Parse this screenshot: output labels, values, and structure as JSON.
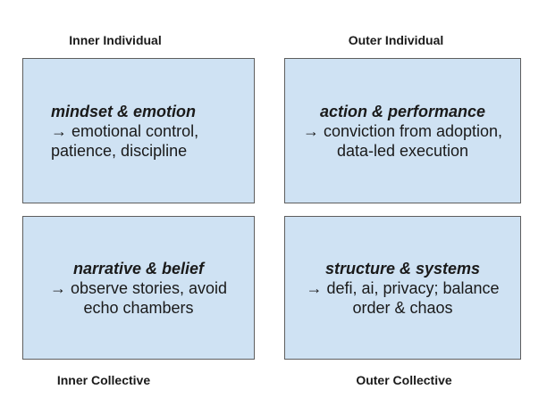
{
  "theme": {
    "background": "#ffffff",
    "box_fill": "#cfe2f3",
    "box_border": "#5e5e5e",
    "text_color": "#1a1a1a"
  },
  "diagram": {
    "type": "quadrant-matrix",
    "quadrants": [
      {
        "id": "inner-individual",
        "axis_label": "Inner Individual",
        "axis_label_position": "above",
        "title": "mindset & emotion",
        "body_line1": "→ emotional control,",
        "body_line2": "patience, discipline"
      },
      {
        "id": "outer-individual",
        "axis_label": "Outer Individual",
        "axis_label_position": "above",
        "title": "action & performance",
        "body_line1": "→ conviction from adoption,",
        "body_line2": "data-led execution"
      },
      {
        "id": "inner-collective",
        "axis_label": "Inner Collective",
        "axis_label_position": "below",
        "title": "narrative & belief",
        "body_line1": "→ observe stories, avoid",
        "body_line2": "echo chambers"
      },
      {
        "id": "outer-collective",
        "axis_label": "Outer Collective",
        "axis_label_position": "below",
        "title": "structure & systems",
        "body_line1": "→ defi, ai, privacy; balance",
        "body_line2": "order & chaos"
      }
    ]
  }
}
